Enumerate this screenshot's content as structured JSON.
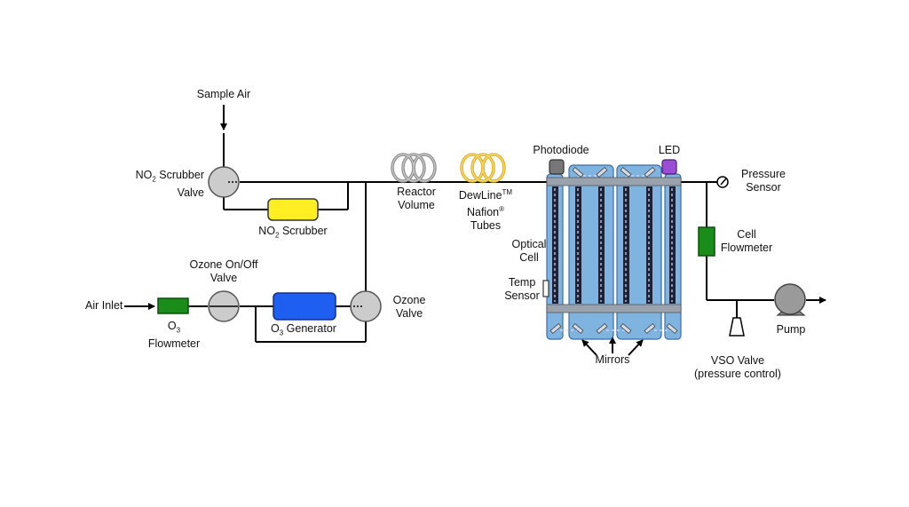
{
  "labels": {
    "sample_air": "Sample Air",
    "no2_scrubber_valve_pre": "NO",
    "no2_scrubber_valve_sub": "2",
    "no2_scrubber_valve_post": " Scrubber",
    "no2_scrubber_valve_line2": "Valve",
    "no2_scrubber_pre": "NO",
    "no2_scrubber_sub": "2",
    "no2_scrubber_post": " Scrubber",
    "reactor_line1": "Reactor",
    "reactor_line2": "Volume",
    "dewline_pre": "DewLine",
    "dewline_sup": "TM",
    "nafion_pre": "Nafion",
    "nafion_sup": "®",
    "tubes": "Tubes",
    "photodiode": "Photodiode",
    "led": "LED",
    "pressure_line1": "Pressure",
    "pressure_line2": "Sensor",
    "optical_line1": "Optical",
    "optical_line2": "Cell",
    "temp_line1": "Temp",
    "temp_line2": "Sensor",
    "cell_flow_line1": "Cell",
    "cell_flow_line2": "Flowmeter",
    "ozone_onoff_line1": "Ozone On/Off",
    "ozone_onoff_line2": "Valve",
    "air_inlet": "Air Inlet",
    "o3_flow_pre": "O",
    "o3_flow_sub": "3",
    "o3_flow_line2": "Flowmeter",
    "o3_gen_pre": "O",
    "o3_gen_sub": "3",
    "o3_gen_post": " Generator",
    "ozone_valve_line1": "Ozone",
    "ozone_valve_line2": "Valve",
    "pump": "Pump",
    "mirrors": "Mirrors",
    "vso_line1": "VSO Valve",
    "vso_line2": "(pressure control)"
  },
  "colors": {
    "line": "#000000",
    "valve_fill": "#cccccc",
    "no2_scrubber": "#ffee22",
    "o3_generator": "#1e5ef0",
    "flowmeter": "#1a8c1a",
    "reactor_coil": "#8a8a8a",
    "nafion_coil": "#e3b21c",
    "optical_cell": "#7fb3e0",
    "photodiode": "#777777",
    "led": "#9b4dd6"
  }
}
